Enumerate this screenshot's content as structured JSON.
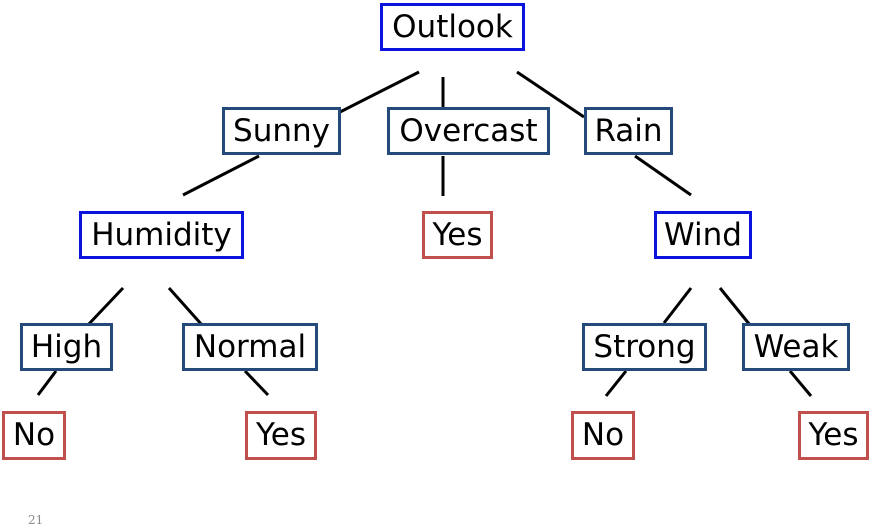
{
  "colors": {
    "attribute_border": "#0a14dc",
    "value_border": "#254a7a",
    "leaf_border": "#c0504d",
    "edge": "#000000"
  },
  "tree": {
    "root": "Outlook",
    "outlook_values": [
      "Sunny",
      "Overcast",
      "Rain"
    ],
    "sunny_child": "Humidity",
    "overcast_child": "Yes",
    "rain_child": "Wind",
    "humidity_values": [
      "High",
      "Normal"
    ],
    "humidity_leaves": [
      "No",
      "Yes"
    ],
    "wind_values": [
      "Strong",
      "Weak"
    ],
    "wind_leaves": [
      "No",
      "Yes"
    ]
  },
  "footer": {
    "slide_number": "21"
  }
}
